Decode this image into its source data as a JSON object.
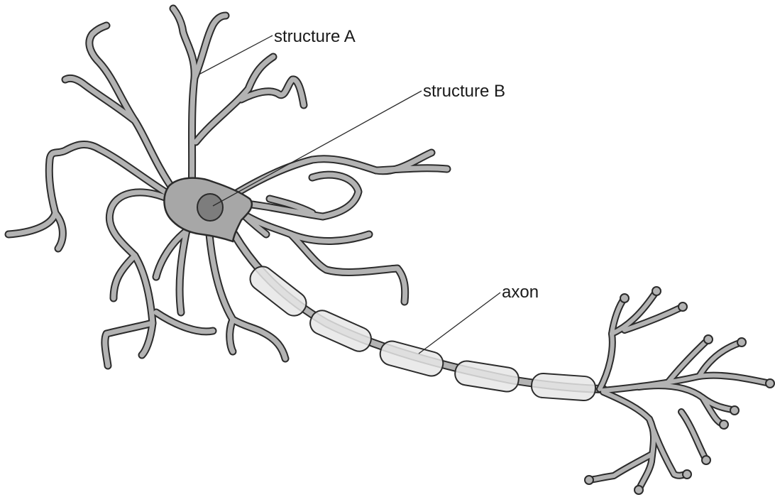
{
  "labels": {
    "structure_a": "structure A",
    "structure_b": "structure B",
    "axon": "axon"
  },
  "colors": {
    "neuron_fill": "#b3b3b3",
    "neuron_outline": "#2b2b2b",
    "soma_fill": "#a7a7a7",
    "nucleus_fill": "#7d7d7d",
    "myelin_fill": "#e6e6e6",
    "leader_line": "#2b2b2b"
  }
}
